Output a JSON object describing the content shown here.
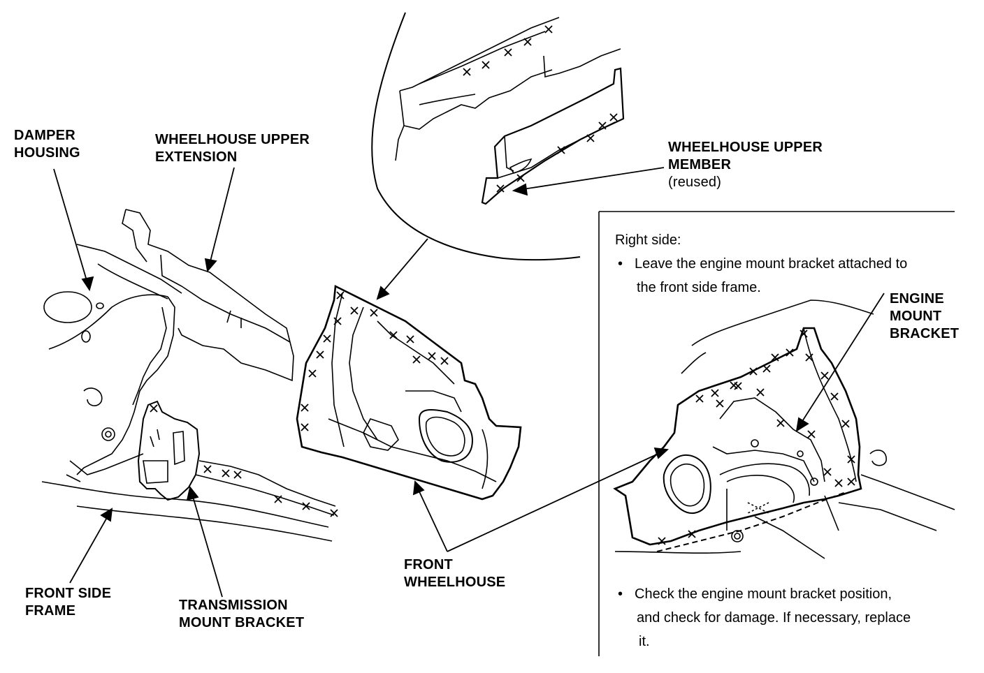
{
  "labels": {
    "damper_housing": [
      "DAMPER",
      "HOUSING"
    ],
    "wheelhouse_upper_extension": [
      "WHEELHOUSE  UPPER",
      "EXTENSION"
    ],
    "wheelhouse_upper_member": [
      "WHEELHOUSE UPPER",
      "MEMBER"
    ],
    "wheelhouse_upper_member_note": "(reused)",
    "engine_mount_bracket": [
      "ENGINE",
      "MOUNT",
      "BRACKET"
    ],
    "front_wheelhouse": [
      "FRONT",
      "WHEELHOUSE"
    ],
    "front_side_frame": [
      "FRONT SIDE",
      "FRAME"
    ],
    "transmission_mount_bracket": [
      "TRANSMISSION",
      "MOUNT BRACKET"
    ]
  },
  "right_side_box": {
    "title": "Right side:",
    "bullet_1": [
      "Leave the engine mount bracket attached to",
      "the front side  frame."
    ],
    "bullet_2": [
      "Check the engine mount bracket position,",
      "and check for damage. If necessary, replace",
      "it."
    ],
    "bullet_symbol": "•"
  }
}
